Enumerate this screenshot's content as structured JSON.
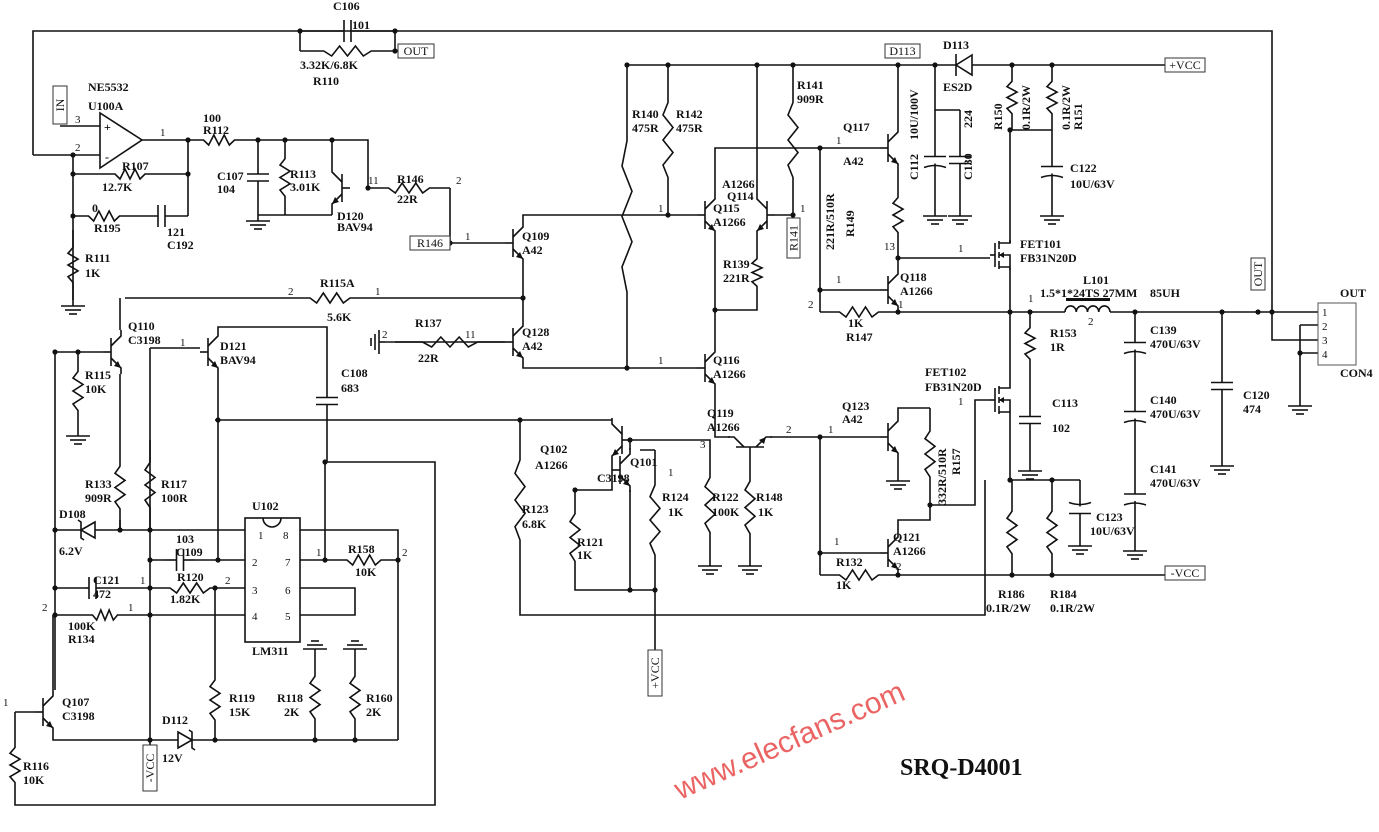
{
  "title": "SRQ-D4001",
  "watermark": "www.elecfans.com",
  "net_tags": {
    "in": "IN",
    "out": "OUT",
    "r146": "R146",
    "r141": "R141",
    "d113": "D113",
    "vcc_pos": "+VCC",
    "vcc_neg": "-VCC"
  },
  "components": {
    "C106": {
      "ref": "C106",
      "value": "101"
    },
    "R110": {
      "ref": "R110",
      "value": "3.32K/6.8K"
    },
    "U100A": {
      "ref": "U100A",
      "value": "NE5532"
    },
    "R112": {
      "ref": "R112",
      "value": "100"
    },
    "R107": {
      "ref": "R107",
      "value": "12.7K"
    },
    "R195": {
      "ref": "R195",
      "value": "0"
    },
    "C192": {
      "ref": "C192",
      "value": "121"
    },
    "R111": {
      "ref": "R111",
      "value": "1K"
    },
    "C107": {
      "ref": "C107",
      "value": "104"
    },
    "R113": {
      "ref": "R113",
      "value": "3.01K"
    },
    "D120": {
      "ref": "D120",
      "value": "BAV94"
    },
    "R146": {
      "ref": "R146",
      "value": "22R"
    },
    "Q109": {
      "ref": "Q109",
      "value": "A42"
    },
    "R115A": {
      "ref": "R115A",
      "value": "5.6K"
    },
    "R137": {
      "ref": "R137",
      "value": "22R"
    },
    "Q128": {
      "ref": "Q128",
      "value": "A42"
    },
    "Q110": {
      "ref": "Q110",
      "value": "C3198"
    },
    "R115": {
      "ref": "R115",
      "value": "10K"
    },
    "D121": {
      "ref": "D121",
      "value": "BAV94"
    },
    "C108": {
      "ref": "C108",
      "value": "683"
    },
    "R133": {
      "ref": "R133",
      "value": "909R"
    },
    "R117": {
      "ref": "R117",
      "value": "100R"
    },
    "D108": {
      "ref": "D108",
      "value": "6.2V"
    },
    "U102": {
      "ref": "U102",
      "value": "LM311"
    },
    "C109": {
      "ref": "C109",
      "value": "103"
    },
    "C121": {
      "ref": "C121",
      "value": "472"
    },
    "R120": {
      "ref": "R120",
      "value": "1.82K"
    },
    "R134": {
      "ref": "R134",
      "value": "100K"
    },
    "R158": {
      "ref": "R158",
      "value": "10K"
    },
    "Q107": {
      "ref": "Q107",
      "value": "C3198"
    },
    "R116": {
      "ref": "R116",
      "value": "10K"
    },
    "D112": {
      "ref": "D112",
      "value": "12V"
    },
    "R119": {
      "ref": "R119",
      "value": "15K"
    },
    "R118": {
      "ref": "R118",
      "value": "2K"
    },
    "R160": {
      "ref": "R160",
      "value": "2K"
    },
    "R140": {
      "ref": "R140",
      "value": "475R"
    },
    "R142": {
      "ref": "R142",
      "value": "475R"
    },
    "R141": {
      "ref": "R141",
      "value": "909R"
    },
    "Q115": {
      "ref": "Q115",
      "value": "A1266"
    },
    "Q114": {
      "ref": "Q114",
      "value": "A1266"
    },
    "R139": {
      "ref": "R139",
      "value": "221R"
    },
    "Q116": {
      "ref": "Q116",
      "value": "A1266"
    },
    "Q117": {
      "ref": "Q117",
      "value": "A42"
    },
    "R149": {
      "ref": "R149",
      "value": "221R/510R"
    },
    "Q118": {
      "ref": "Q118",
      "value": "A1266"
    },
    "R147": {
      "ref": "R147",
      "value": "1K"
    },
    "D113": {
      "ref": "D113",
      "value": "ES2D"
    },
    "C112": {
      "ref": "C112",
      "value": "10U/100V"
    },
    "C130": {
      "ref": "C130",
      "value": "224"
    },
    "R150": {
      "ref": "R150",
      "value": "0.1R/2W"
    },
    "R151": {
      "ref": "R151",
      "value": "0.1R/2W"
    },
    "C122": {
      "ref": "C122",
      "value": "10U/63V"
    },
    "FET101": {
      "ref": "FET101",
      "value": "FB31N20D"
    },
    "L101": {
      "ref": "L101",
      "value": "1.5*1*24TS  27MM",
      "inductance": "85UH"
    },
    "R153": {
      "ref": "R153",
      "value": "1R"
    },
    "C113": {
      "ref": "C113",
      "value": "102"
    },
    "C139": {
      "ref": "C139",
      "value": "470U/63V"
    },
    "C140": {
      "ref": "C140",
      "value": "470U/63V"
    },
    "C141": {
      "ref": "C141",
      "value": "470U/63V"
    },
    "C120": {
      "ref": "C120",
      "value": "474"
    },
    "CON4": {
      "ref": "OUT",
      "value": "CON4"
    },
    "FET102": {
      "ref": "FET102",
      "value": "FB31N20D"
    },
    "Q123": {
      "ref": "Q123",
      "value": "A42"
    },
    "R157": {
      "ref": "R157",
      "value": "332R/510R"
    },
    "Q121": {
      "ref": "Q121",
      "value": "A1266"
    },
    "R132": {
      "ref": "R132",
      "value": "1K"
    },
    "R186": {
      "ref": "R186",
      "value": "0.1R/2W"
    },
    "R184": {
      "ref": "R184",
      "value": "0.1R/2W"
    },
    "C123": {
      "ref": "C123",
      "value": "10U/63V"
    },
    "Q119": {
      "ref": "Q119",
      "value": "A1266"
    },
    "Q102": {
      "ref": "Q102",
      "value": "A1266"
    },
    "Q101": {
      "ref": "Q101",
      "value": "C3198"
    },
    "R124": {
      "ref": "R124",
      "value": "1K"
    },
    "R122": {
      "ref": "R122",
      "value": "100K"
    },
    "R148": {
      "ref": "R148",
      "value": "1K"
    },
    "R123": {
      "ref": "R123",
      "value": "6.8K"
    },
    "R121": {
      "ref": "R121",
      "value": "1K"
    }
  },
  "pins": {
    "p1": "1",
    "p2": "2",
    "p3": "3",
    "p4": "4",
    "p5": "5",
    "p6": "6",
    "p7": "7",
    "p8": "8",
    "p11": "11",
    "p13": "13"
  },
  "symbols": {
    "plus": "+",
    "minus": "-"
  }
}
